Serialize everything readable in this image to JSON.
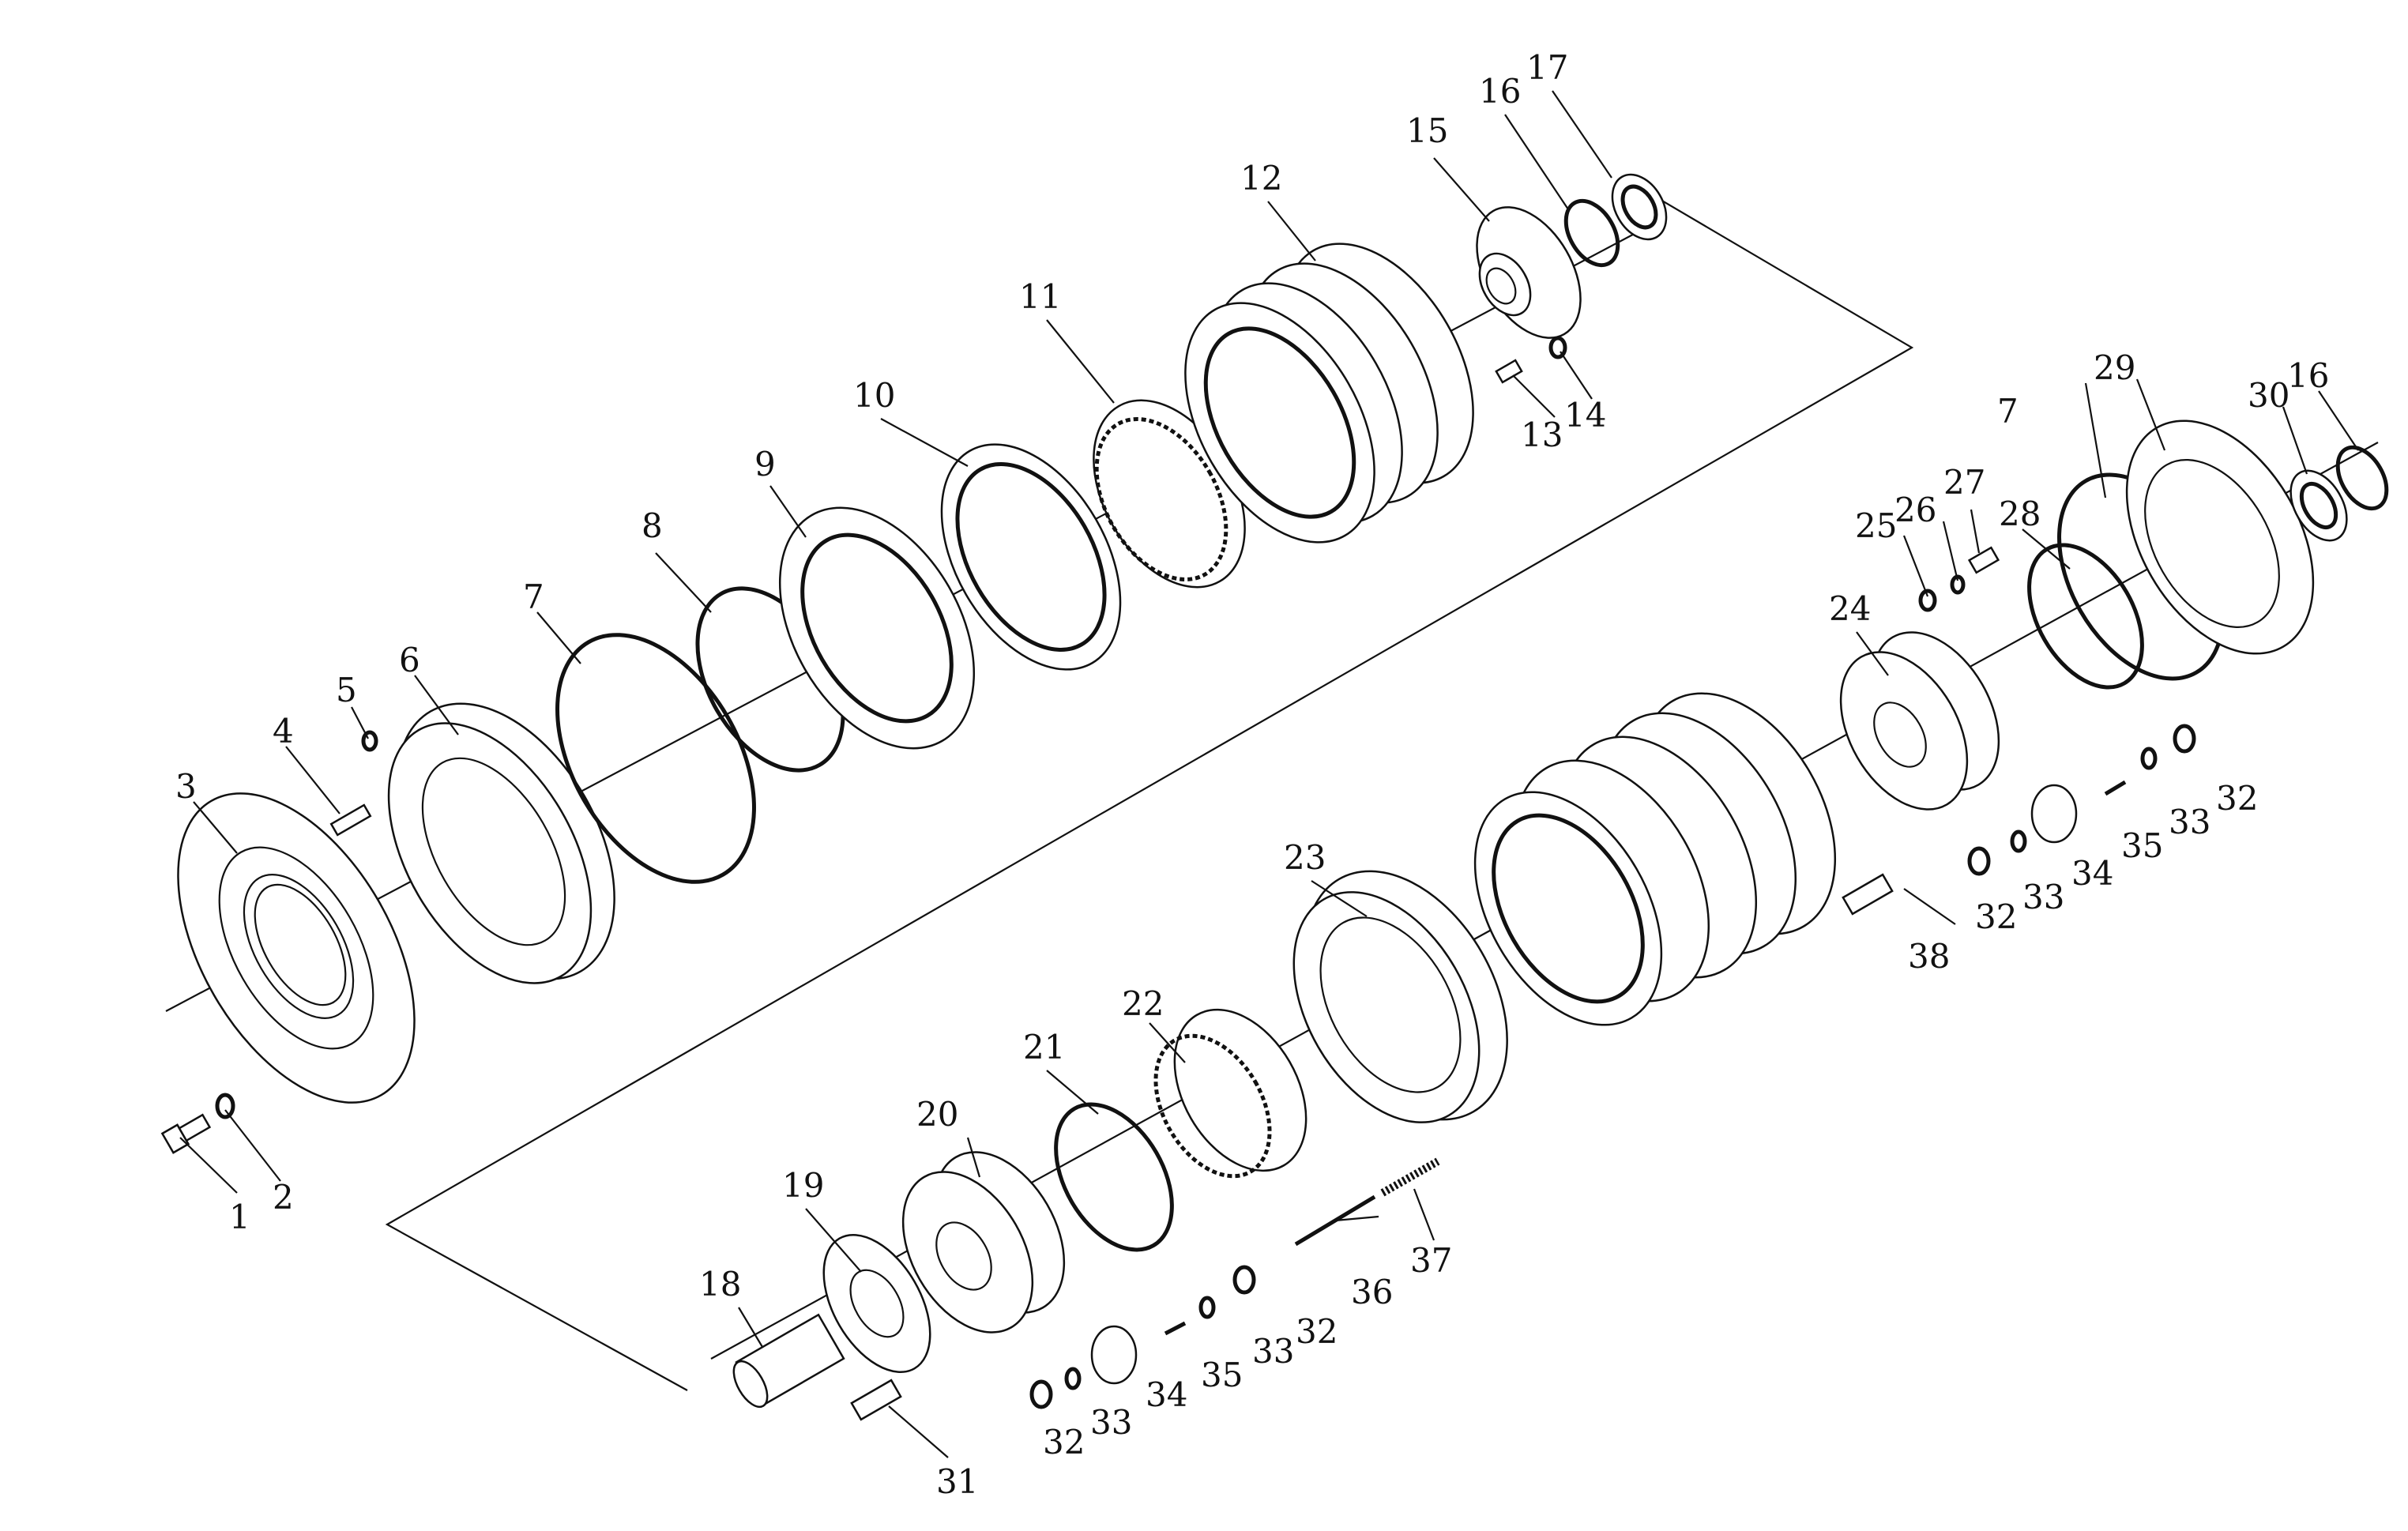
{
  "diagram": {
    "callouts": [
      {
        "label": "1"
      },
      {
        "label": "2"
      },
      {
        "label": "3"
      },
      {
        "label": "4"
      },
      {
        "label": "5"
      },
      {
        "label": "6"
      },
      {
        "label": "7"
      },
      {
        "label": "8"
      },
      {
        "label": "9"
      },
      {
        "label": "10"
      },
      {
        "label": "11"
      },
      {
        "label": "12"
      },
      {
        "label": "13"
      },
      {
        "label": "14"
      },
      {
        "label": "15"
      },
      {
        "label": "16"
      },
      {
        "label": "17"
      },
      {
        "label": "7"
      },
      {
        "label": "29"
      },
      {
        "label": "30"
      },
      {
        "label": "16"
      },
      {
        "label": "25"
      },
      {
        "label": "26"
      },
      {
        "label": "27"
      },
      {
        "label": "28"
      },
      {
        "label": "24"
      },
      {
        "label": "23"
      },
      {
        "label": "22"
      },
      {
        "label": "21"
      },
      {
        "label": "20"
      },
      {
        "label": "19"
      },
      {
        "label": "18"
      },
      {
        "label": "31"
      },
      {
        "label": "32"
      },
      {
        "label": "33"
      },
      {
        "label": "34"
      },
      {
        "label": "35"
      },
      {
        "label": "33"
      },
      {
        "label": "32"
      },
      {
        "label": "36"
      },
      {
        "label": "37"
      },
      {
        "label": "38"
      },
      {
        "label": "32"
      },
      {
        "label": "33"
      },
      {
        "label": "34"
      },
      {
        "label": "35"
      },
      {
        "label": "33"
      },
      {
        "label": "32"
      }
    ]
  }
}
